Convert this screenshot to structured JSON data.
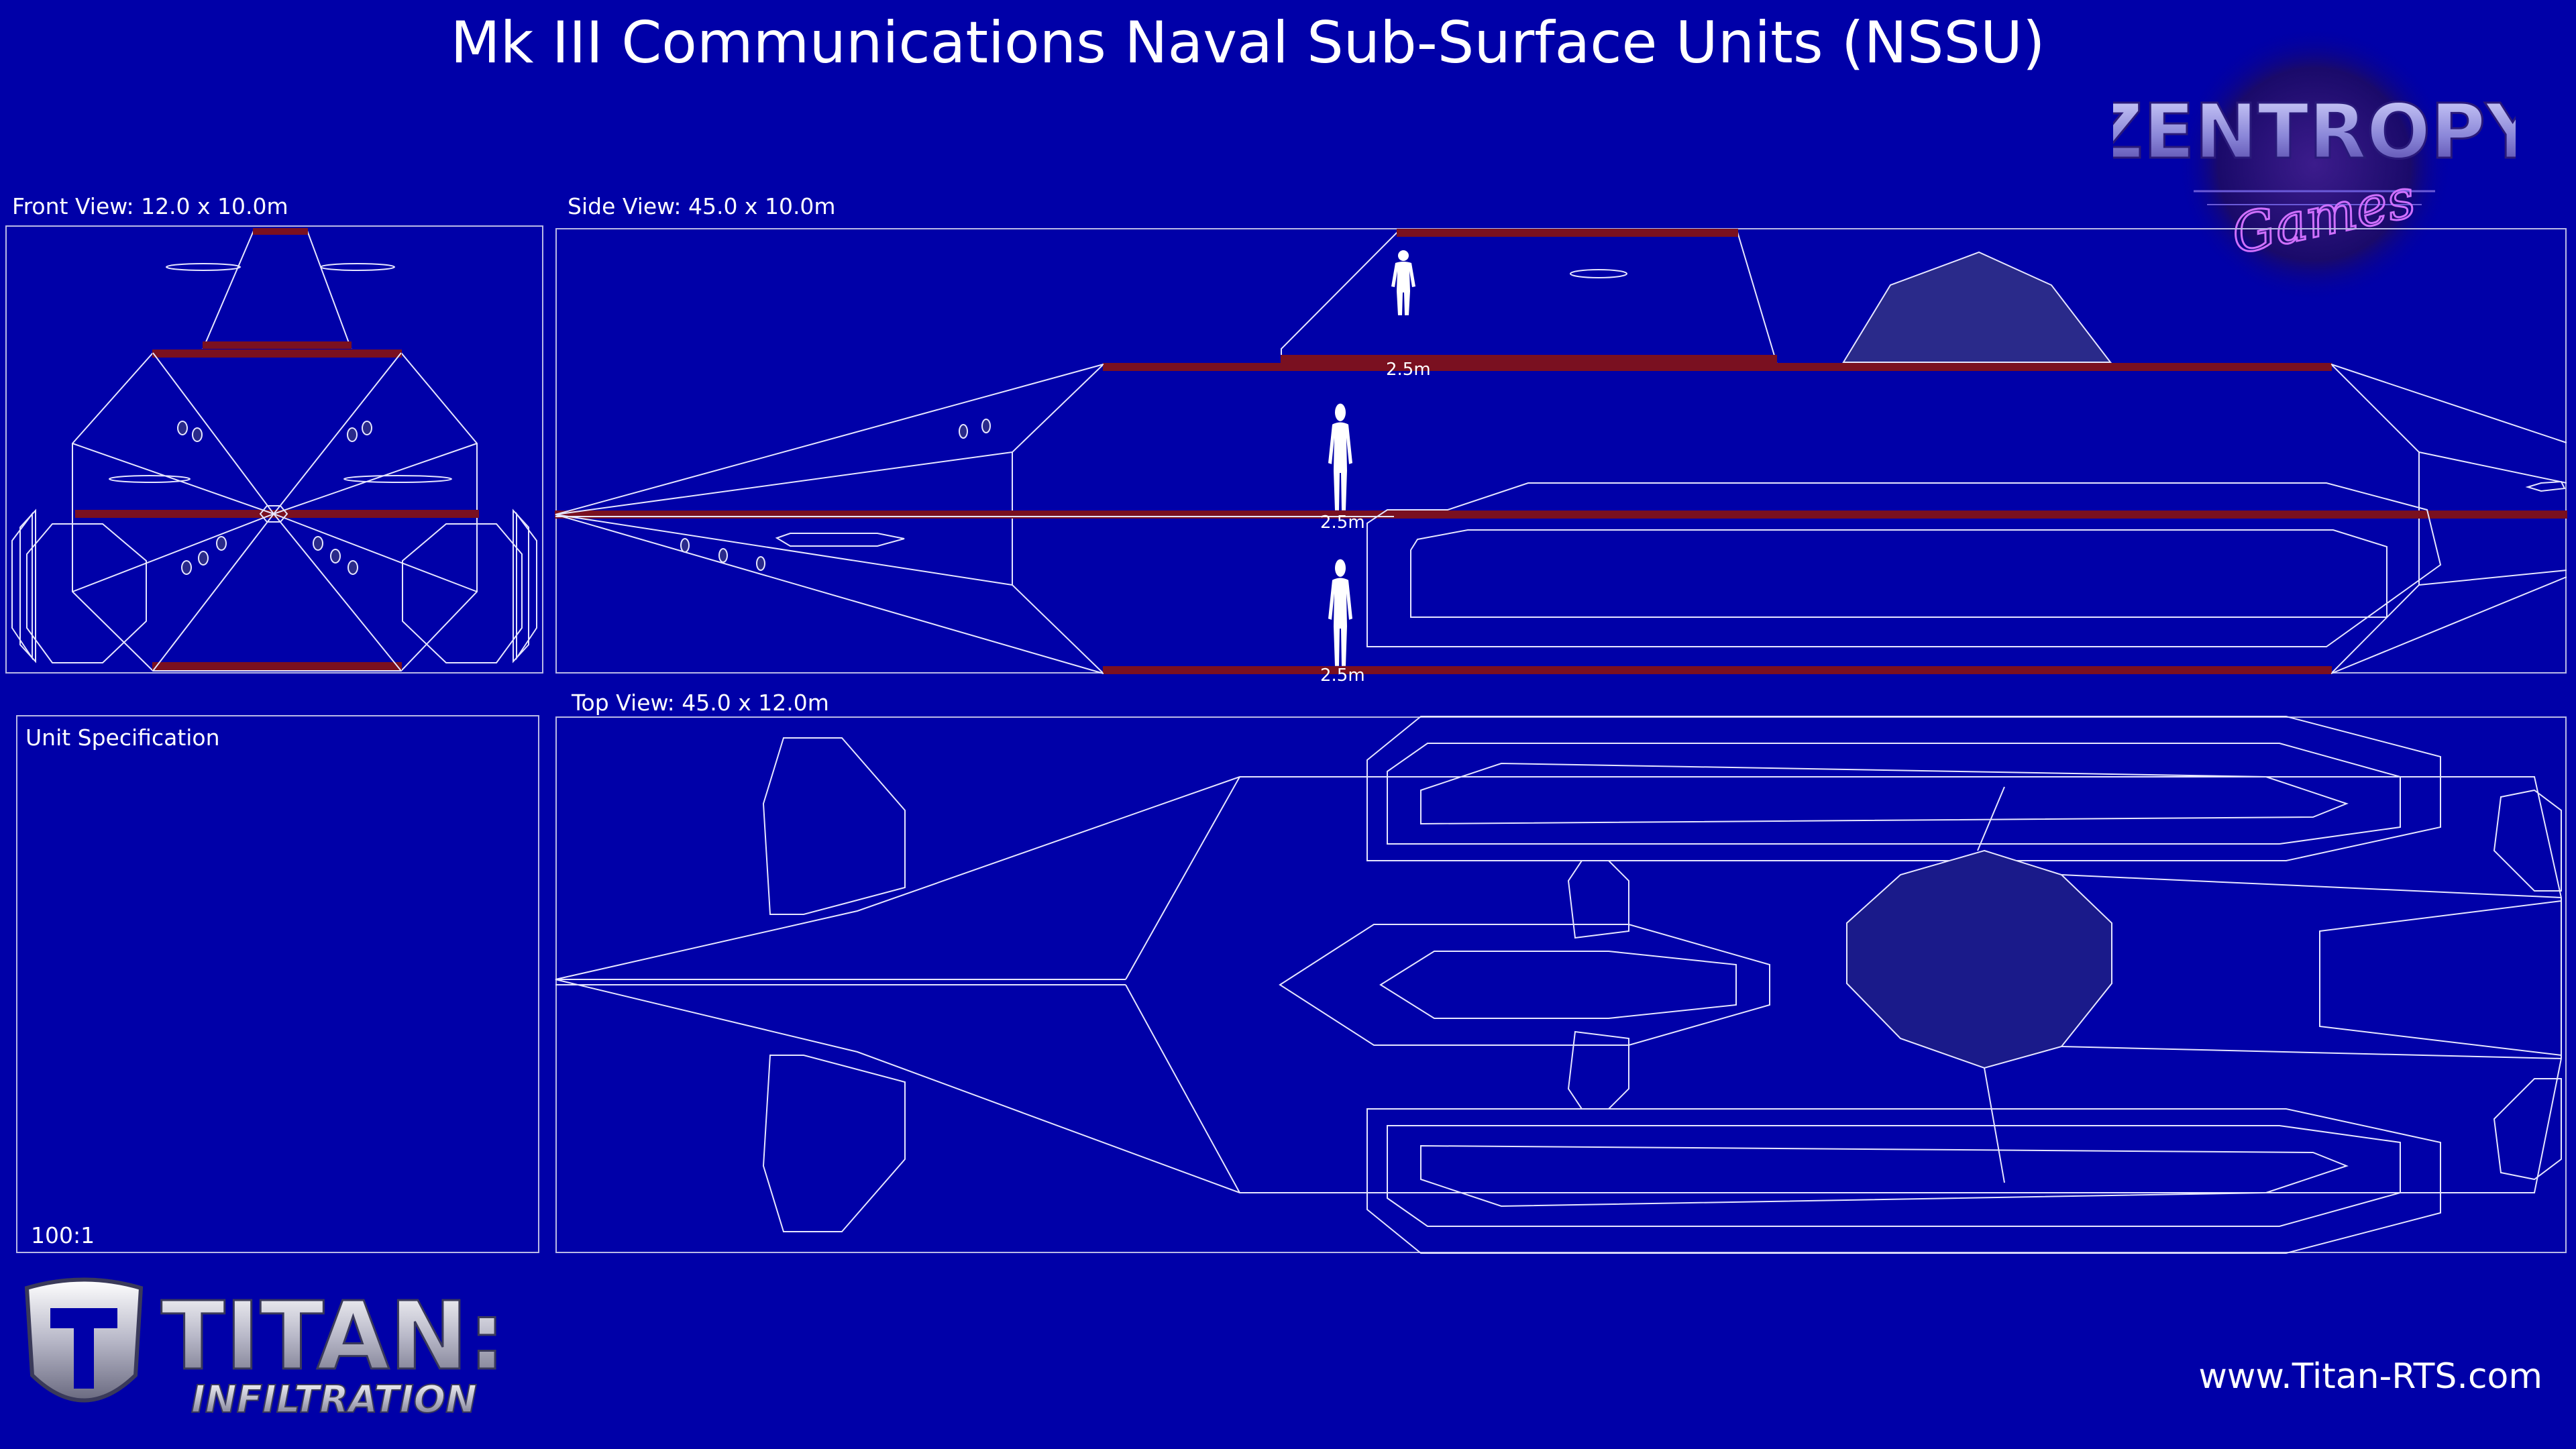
{
  "page": {
    "title": "Mk III Communications Naval Sub-Surface Units (NSSU)",
    "website": "www.Titan-RTS.com"
  },
  "panels": {
    "front": {
      "label": "Front View: 12.0 x 10.0m"
    },
    "side": {
      "label": "Side View: 45.0 x 10.0m"
    },
    "spec": {
      "label": "Unit Specification",
      "scale": "100:1"
    },
    "top": {
      "label": "Top View: 45.0 x 12.0m"
    }
  },
  "figures": {
    "deck1": "2.5m",
    "deck2": "2.5m",
    "deck3": "2.5m"
  },
  "logos": {
    "zentropy_main": "ZENTROPY",
    "zentropy_sub": "Games",
    "titan_main": "TITAN:",
    "titan_sub": "INFILTRATION"
  },
  "colors": {
    "background": "#0000a8",
    "line": "#e6e6ff",
    "deck": "#7a1020",
    "dome": "#2a2a8a"
  }
}
